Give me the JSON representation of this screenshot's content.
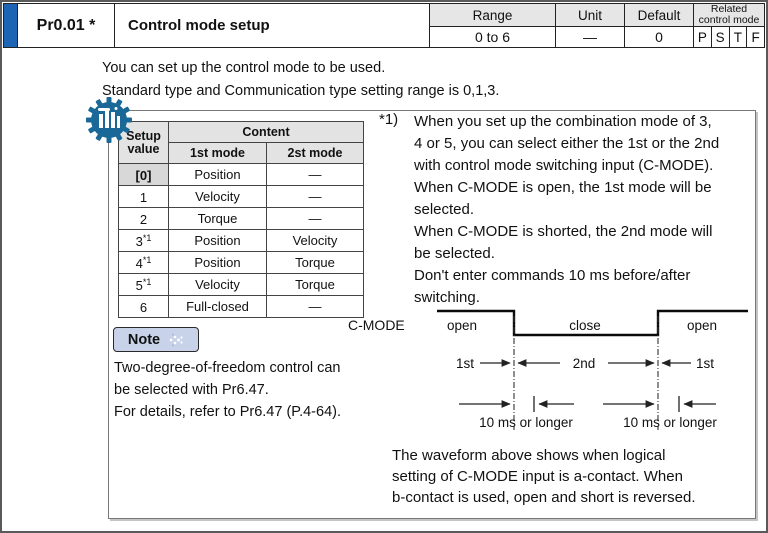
{
  "colors": {
    "accent_blue": "#1e64b4",
    "gear_blue": "#1a6898",
    "note_fill": "#c8d3ea",
    "header_gray": "#e6e6e6",
    "default_highlight_gray": "#d8d8d8"
  },
  "header": {
    "param_id": "Pr0.01 *",
    "title": "Control mode setup",
    "range_label": "Range",
    "range_value": "0 to 6",
    "unit_label": "Unit",
    "unit_value": "—",
    "default_label": "Default",
    "default_value": "0",
    "related_label_line1": "Related",
    "related_label_line2": "control mode",
    "related_modes": [
      "P",
      "S",
      "T",
      "F"
    ]
  },
  "intro": {
    "line1": "You can set up the control mode to be used.",
    "line2": "Standard type and Communication type setting range is 0,1,3."
  },
  "setup_table": {
    "header_col1_line1": "Setup",
    "header_col1_line2": "value",
    "header_content": "Content",
    "header_mode1": "1st mode",
    "header_mode2": "2st mode",
    "rows": [
      {
        "value": "[0]",
        "sup": "",
        "mode1": "Position",
        "mode2": "—"
      },
      {
        "value": "1",
        "sup": "",
        "mode1": "Velocity",
        "mode2": "—"
      },
      {
        "value": "2",
        "sup": "",
        "mode1": "Torque",
        "mode2": "—"
      },
      {
        "value": "3",
        "sup": "*1",
        "mode1": "Position",
        "mode2": "Velocity"
      },
      {
        "value": "4",
        "sup": "*1",
        "mode1": "Position",
        "mode2": "Torque"
      },
      {
        "value": "5",
        "sup": "*1",
        "mode1": "Velocity",
        "mode2": "Torque"
      },
      {
        "value": "6",
        "sup": "",
        "mode1": "Full-closed",
        "mode2": "—"
      }
    ]
  },
  "note": {
    "label": "Note",
    "lines": [
      "Two-degree-of-freedom control can",
      "be selected with Pr6.47.",
      "For details, refer to Pr6.47 (P.4-64)."
    ]
  },
  "footnote": {
    "marker": "*1)",
    "lines": [
      "When you set up the combination mode of 3,",
      "4 or 5, you can select either the 1st or the 2nd",
      "with control mode switching input (C-MODE).",
      "When C-MODE is open, the 1st mode will be",
      "selected.",
      "When C-MODE is shorted, the 2nd mode will",
      "be selected.",
      "Don't enter commands 10 ms before/after",
      "switching."
    ]
  },
  "diagram": {
    "signal_label": "C-MODE",
    "state_open_1": "open",
    "state_close": "close",
    "state_open_2": "open",
    "mode_1st_a": "1st",
    "mode_2nd": "2nd",
    "mode_1st_b": "1st",
    "interval_1": "10 ms or longer",
    "interval_2": "10 ms or longer"
  },
  "bottom_note": {
    "lines": [
      "The waveform above shows when logical",
      "setting of C-MODE input is a-contact. When",
      "b-contact is used, open and short is reversed."
    ]
  },
  "icons": {
    "gear": "gear-icon",
    "note_sparkle": "sparkle-icon"
  }
}
